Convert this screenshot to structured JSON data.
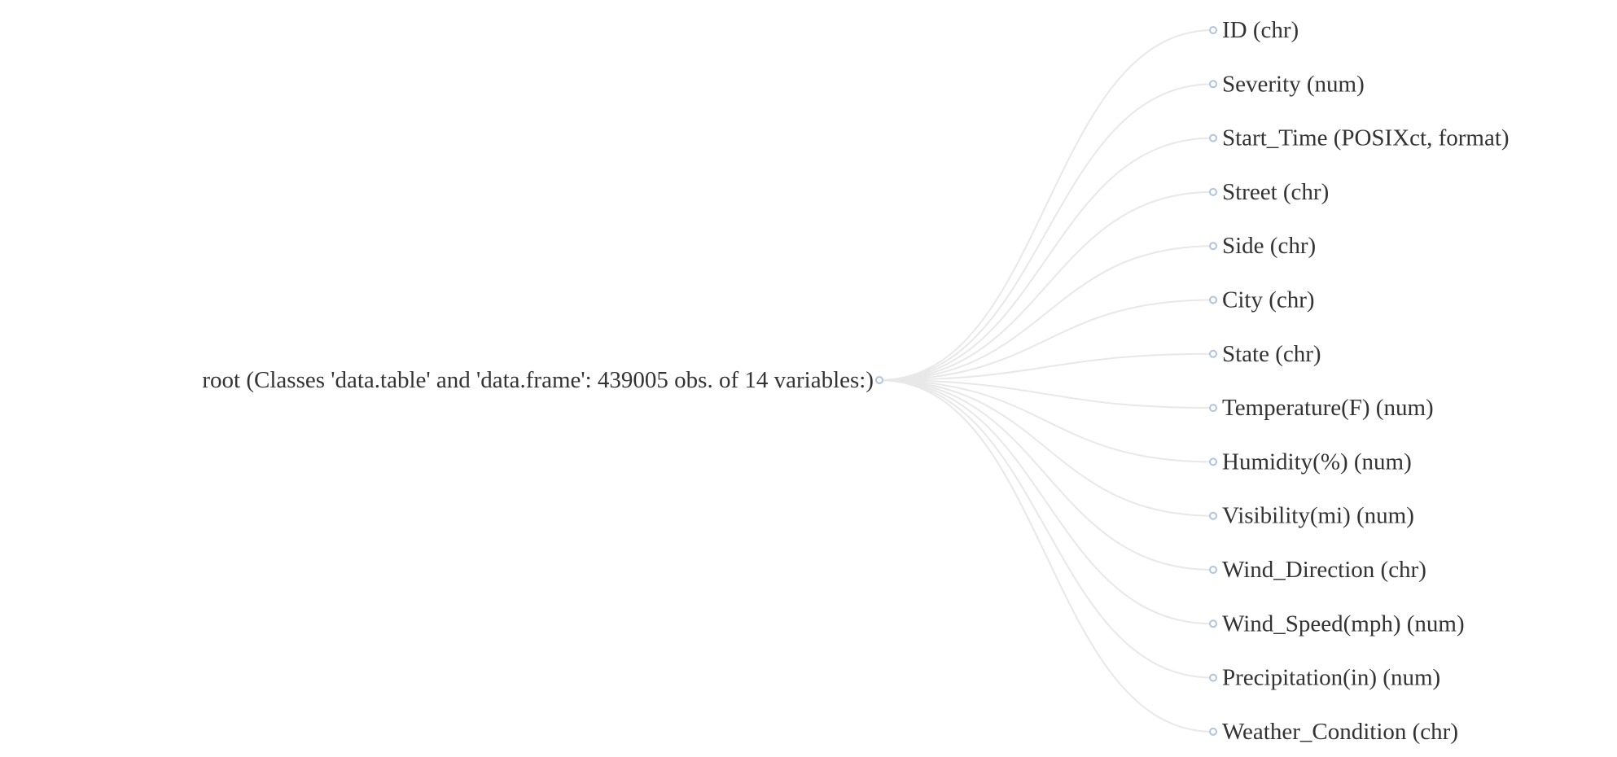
{
  "root": {
    "label": "root (Classes 'data.table' and 'data.frame': 439005 obs. of 14 variables:)"
  },
  "children": [
    {
      "label": "ID (chr)"
    },
    {
      "label": "Severity (num)"
    },
    {
      "label": "Start_Time (POSIXct, format)"
    },
    {
      "label": "Street (chr)"
    },
    {
      "label": "Side (chr)"
    },
    {
      "label": "City (chr)"
    },
    {
      "label": "State (chr)"
    },
    {
      "label": "Temperature(F) (num)"
    },
    {
      "label": "Humidity(%) (num)"
    },
    {
      "label": "Visibility(mi) (num)"
    },
    {
      "label": "Wind_Direction (chr)"
    },
    {
      "label": "Wind_Speed(mph) (num)"
    },
    {
      "label": "Precipitation(in) (num)"
    },
    {
      "label": "Weather_Condition (chr)"
    }
  ],
  "colors": {
    "link": "#e8e8e8",
    "node_stroke": "#b0c4de",
    "text": "#333333"
  }
}
